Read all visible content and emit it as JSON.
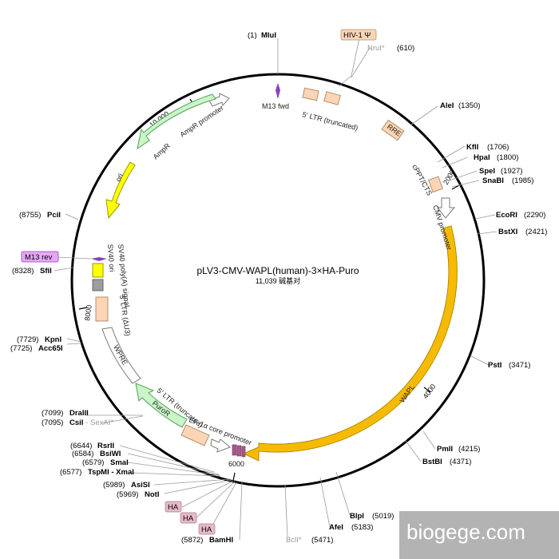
{
  "plasmid": {
    "name": "pLV3-CMV-WAPL(human)-3×HA-Puro",
    "length": "11,039 碱基对"
  },
  "ticks": [
    "2000",
    "4000",
    "6000",
    "8000",
    "10,000"
  ],
  "features": {
    "m13_fwd": "M13 fwd",
    "ltr5_top": "5' LTR (truncated)",
    "rre": "RRE",
    "cppt": "cPPT/CTS",
    "cmv": "CMV promoter",
    "wapl": "WAPL",
    "ef1a": "EF-1α core promoter",
    "ltr5_bottom": "5' LTR (truncated)",
    "puror": "PuroR",
    "wpre": "WPRE",
    "ltr3": "3' LTR (ΔU3)",
    "sv40_polya": "SV40 poly(A) signal",
    "sv40_ori": "SV40 ori",
    "ori": "ori",
    "ampr": "AmpR",
    "ampr_promoter": "AmpR promoter"
  },
  "sites": {
    "mlui": {
      "pos": "(1)",
      "name": "MluI"
    },
    "hiv1": {
      "name": "HIV-1 Ψ"
    },
    "nrui": {
      "name": "NruI*",
      "pos": "(610)"
    },
    "alei": {
      "name": "AleI",
      "pos": "(1350)"
    },
    "kfli": {
      "name": "KflI",
      "pos": "(1706)"
    },
    "hpai": {
      "name": "HpaI",
      "pos": "(1800)"
    },
    "spei": {
      "name": "SpeI",
      "pos": "(1927)"
    },
    "snabi": {
      "name": "SnaBI",
      "pos": "(1985)"
    },
    "ecori": {
      "name": "EcoRI",
      "pos": "(2290)"
    },
    "bstxi": {
      "name": "BstXI",
      "pos": "(2421)"
    },
    "psti": {
      "name": "PstI",
      "pos": "(3471)"
    },
    "pmli": {
      "name": "PmlI",
      "pos": "(4215)"
    },
    "bstbi": {
      "name": "BstBI",
      "pos": "(4371)"
    },
    "blpi": {
      "name": "BlpI",
      "pos": "(5019)"
    },
    "afei": {
      "name": "AfeI",
      "pos": "(5183)"
    },
    "bcli": {
      "name": "BclI*",
      "pos": "(5471)"
    },
    "bamhi": {
      "pos": "(5872)",
      "name": "BamHI"
    },
    "ha": "HA",
    "noti": {
      "pos": "(5969)",
      "name": "NotI"
    },
    "asisi": {
      "pos": "(5989)",
      "name": "AsiSI"
    },
    "tspmi": {
      "pos": "(6577)",
      "name": "TspMI - XmaI"
    },
    "smai": {
      "pos": "(6579)",
      "name": "SmaI"
    },
    "bsiwi": {
      "pos": "(6584)",
      "name": "BsiWI"
    },
    "rsrii": {
      "pos": "(6644)",
      "name": "RsrII"
    },
    "csii": {
      "pos": "(7095)",
      "name": "CsiI",
      "extra": "SexAI*"
    },
    "draiii": {
      "pos": "(7099)",
      "name": "DraIII"
    },
    "acc65i": {
      "pos": "(7725)",
      "name": "Acc65I"
    },
    "kpni": {
      "pos": "(7729)",
      "name": "KpnI"
    },
    "sfii": {
      "pos": "(8328)",
      "name": "SfiI"
    },
    "m13rev": "M13 rev",
    "pcii": {
      "pos": "(8755)",
      "name": "PciI"
    }
  },
  "watermark": "biogege.com",
  "colors": {
    "wapl": "#f6bb00",
    "yellow": "#ffff00",
    "peach": "#fbd5b5",
    "green": "#c9f5c9",
    "violet": "#8a3fbf",
    "ha": "#e7b9c9",
    "gray": "#9e9e9e"
  }
}
